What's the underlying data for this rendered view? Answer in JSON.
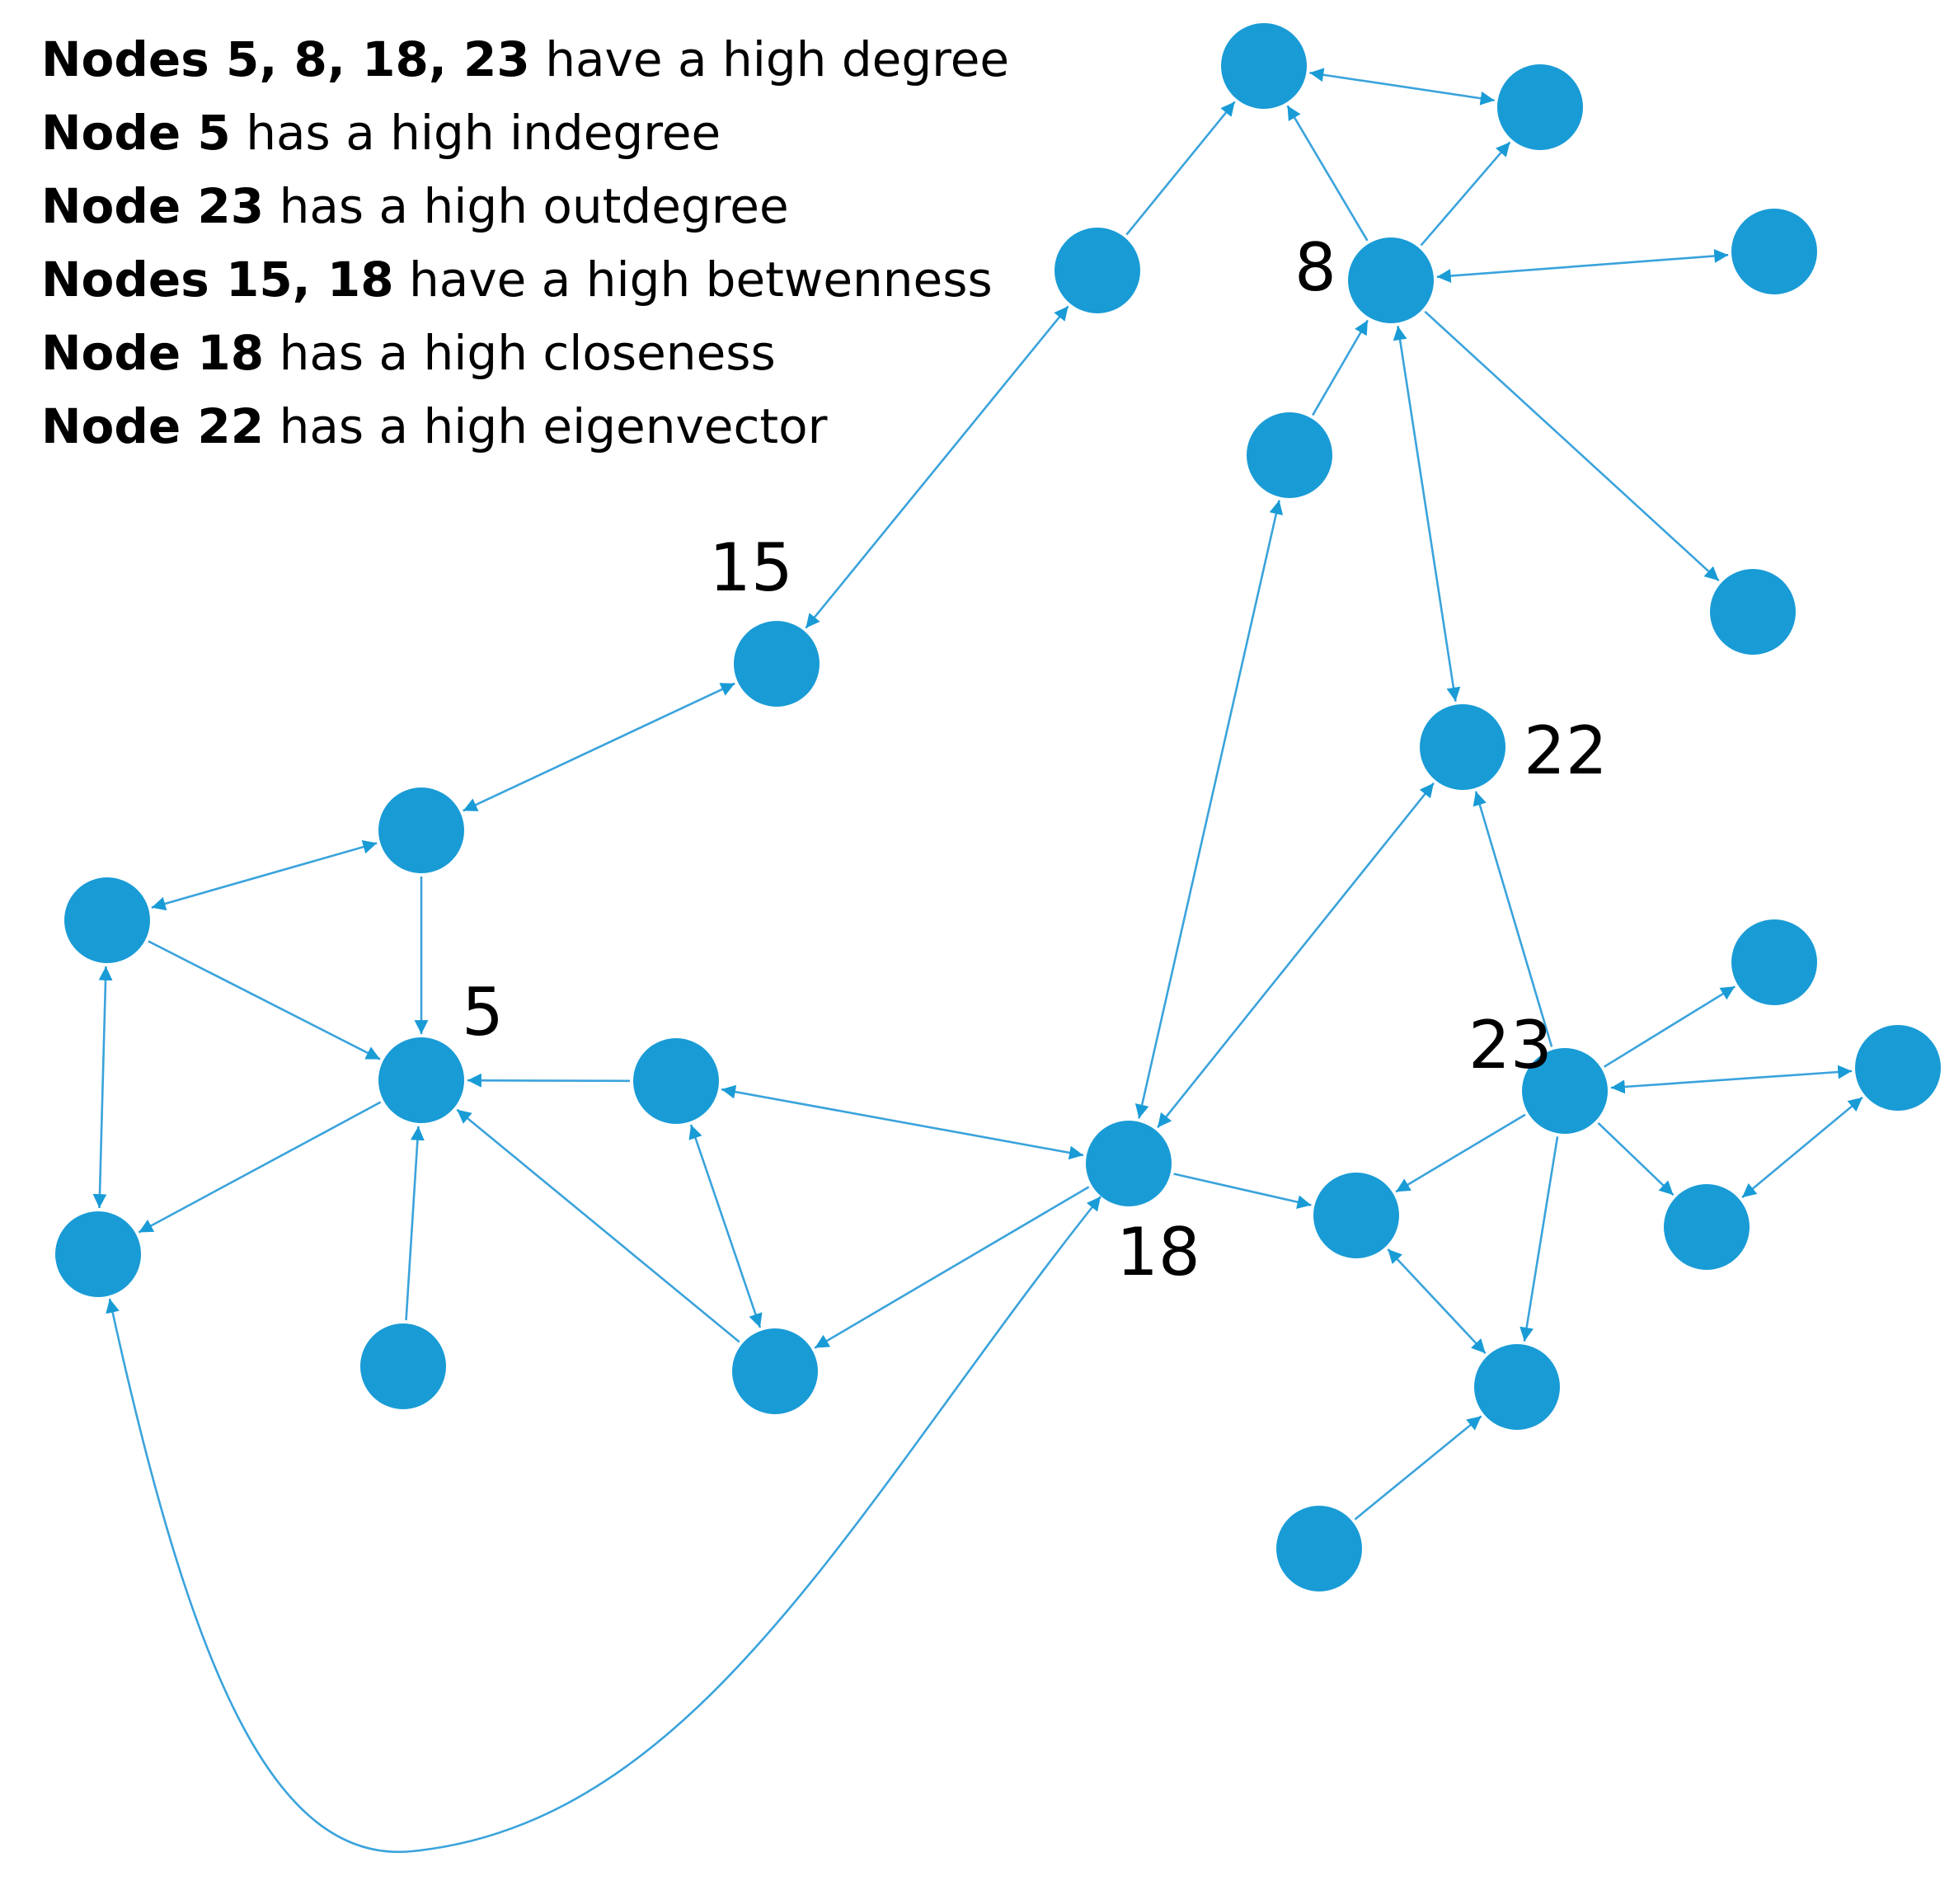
{
  "colors": {
    "node": "#199bd6",
    "edge": "#3aa3dc",
    "text": "#000000"
  },
  "annotations": [
    {
      "bold": "Nodes 5, 8, 18, 23",
      "text": " have a high degree"
    },
    {
      "bold": "Node 5",
      "text": " has a high indegree"
    },
    {
      "bold": "Node 23",
      "text": " has a high outdegree"
    },
    {
      "bold": "Nodes 15, 18",
      "text": " have a high betwenness"
    },
    {
      "bold": "Node 18",
      "text": " has a high closeness"
    },
    {
      "bold": "Node 22",
      "text": " has a high eigenvector"
    }
  ],
  "nodes": [
    {
      "id": "n8",
      "label": "8"
    },
    {
      "id": "n15",
      "label": "15"
    },
    {
      "id": "n22",
      "label": "22"
    },
    {
      "id": "n5",
      "label": "5"
    },
    {
      "id": "n23",
      "label": "23"
    },
    {
      "id": "n18",
      "label": "18"
    },
    {
      "id": "top1",
      "label": ""
    },
    {
      "id": "top2",
      "label": ""
    },
    {
      "id": "right1",
      "label": ""
    },
    {
      "id": "a",
      "label": ""
    },
    {
      "id": "b",
      "label": ""
    },
    {
      "id": "c",
      "label": ""
    },
    {
      "id": "d",
      "label": ""
    },
    {
      "id": "e",
      "label": ""
    },
    {
      "id": "f",
      "label": ""
    },
    {
      "id": "g",
      "label": ""
    },
    {
      "id": "h",
      "label": ""
    },
    {
      "id": "i",
      "label": ""
    },
    {
      "id": "j",
      "label": ""
    },
    {
      "id": "k",
      "label": ""
    },
    {
      "id": "l",
      "label": ""
    },
    {
      "id": "m",
      "label": ""
    },
    {
      "id": "n",
      "label": ""
    },
    {
      "id": "o",
      "label": ""
    },
    {
      "id": "p",
      "label": ""
    },
    {
      "id": "q",
      "label": ""
    }
  ],
  "edges": [
    {
      "from": "top1",
      "to": "top2",
      "dir": "both"
    },
    {
      "from": "n8",
      "to": "top1",
      "dir": "forward"
    },
    {
      "from": "n8",
      "to": "top2",
      "dir": "forward"
    },
    {
      "from": "n8",
      "to": "right1",
      "dir": "both"
    },
    {
      "from": "a",
      "to": "top1",
      "dir": "forward"
    },
    {
      "from": "a",
      "to": "n15",
      "dir": "both"
    },
    {
      "from": "b",
      "to": "n8",
      "dir": "forward"
    },
    {
      "from": "n8",
      "to": "c",
      "dir": "forward"
    },
    {
      "from": "n8",
      "to": "n22",
      "dir": "both"
    },
    {
      "from": "n15",
      "to": "d",
      "dir": "both"
    },
    {
      "from": "d",
      "to": "e",
      "dir": "both"
    },
    {
      "from": "d",
      "to": "n5",
      "dir": "forward"
    },
    {
      "from": "e",
      "to": "n5",
      "dir": "forward"
    },
    {
      "from": "e",
      "to": "f",
      "dir": "both"
    },
    {
      "from": "n5",
      "to": "f",
      "dir": "forward"
    },
    {
      "from": "g",
      "to": "n5",
      "dir": "forward"
    },
    {
      "from": "h",
      "to": "n5",
      "dir": "forward"
    },
    {
      "from": "h",
      "to": "i",
      "dir": "both"
    },
    {
      "from": "i",
      "to": "n5",
      "dir": "forward"
    },
    {
      "from": "h",
      "to": "n18",
      "dir": "both"
    },
    {
      "from": "n18",
      "to": "i",
      "dir": "forward"
    },
    {
      "from": "n18",
      "to": "b",
      "dir": "both"
    },
    {
      "from": "n18",
      "to": "n22",
      "dir": "both"
    },
    {
      "from": "n18",
      "to": "j",
      "dir": "forward"
    },
    {
      "from": "n23",
      "to": "n22",
      "dir": "forward"
    },
    {
      "from": "n23",
      "to": "k",
      "dir": "forward"
    },
    {
      "from": "n23",
      "to": "l",
      "dir": "both"
    },
    {
      "from": "n23",
      "to": "m",
      "dir": "forward"
    },
    {
      "from": "l",
      "to": "m",
      "dir": "both"
    },
    {
      "from": "n23",
      "to": "j",
      "dir": "forward"
    },
    {
      "from": "n23",
      "to": "n",
      "dir": "forward"
    },
    {
      "from": "j",
      "to": "n",
      "dir": "both"
    },
    {
      "from": "o",
      "to": "n",
      "dir": "forward"
    },
    {
      "from": "n18",
      "to": "f",
      "dir": "both",
      "curve": true
    }
  ]
}
